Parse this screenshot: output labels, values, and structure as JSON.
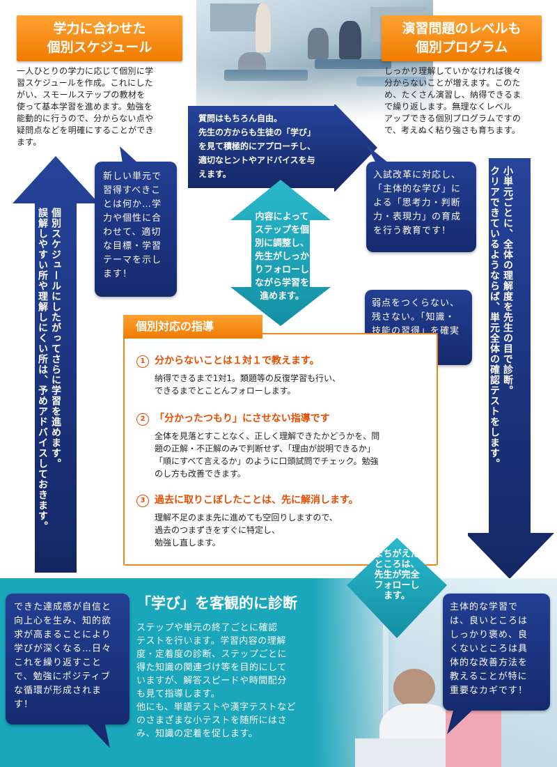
{
  "top_left": {
    "title_line1": "学力に合わせた",
    "title_line2": "個別スケジュール",
    "text": "一人ひとりの学力に応じて個別に学\n習スケジュールを作成。これにした\nがい、スモールステップの教材を\n使って基本学習を進めます。勉強を\n能動的に行うので、分からない点や\n疑問点などを明確にすることができ\nます。"
  },
  "top_right": {
    "title_line1": "演習問題のレベルも",
    "title_line2": "個別プログラム",
    "text": "しっかり理解していかなければ後々\n分からないことが増えます。このた\nめ、たくさん演習し、納得できるま\nで繰り返します。無理なくレベル\nアップできる個別プログラムですの\nで、考えぬく粘り強さも育ちます。"
  },
  "arrow_top_text": "質問はもちろん自由。\n先生の方からも生徒の「学び」\nを見て積極的にアプローチし、\n適切なヒントやアドバイスを与\nえます。",
  "left_vertical_text": "個別スケジュールにしたがってさらに学習を進めます。\n誤解しやすい所や理解しにくい所は、予めアドバイスしておきます。",
  "right_vertical_text": "小単元ごとに、全体の理解度を先生の目で診断。\nクリアできているようならば、単元全体の確認テストをします。",
  "bubble_left": "新しい単元で\n習得すべきこ\nとは何か…学\n力や個性に合\nわせて、適切\nな目標・学習\nテーマを示し\nます！",
  "diamond_text": "内容によって\nステップを個\n別に調整し、\n先生がしっか\nりフォローし\nながら学習を\n進めます。",
  "bubble_right_top": "入試改革に対応し、\n「主体的な学び」に\nよる「思考力・判断\n力・表現力」の育成\nを行う教育です！",
  "bubble_right_mid": "弱点をつくらない、\n残さない。「知識・\n技能の習得」を確実\nに行います！",
  "panel": {
    "tab": "個別対応の指導",
    "items": [
      {
        "num": "1",
        "title": "分からないことは１対１で教えます。",
        "body": "納得できるまで1対1。類題等の反復学習も行い、\nできるまでとことんフォローします。"
      },
      {
        "num": "2",
        "title": "「分かったつもり」にさせない指導です",
        "body": "全体を見落とすことなく、正しく理解できたかどうかを、問\n題の正解・不正解のみで判断せず、「理由が説明できるか」\n「順にすべて言えるか」のように口頭試問でチェック。勉強\nのし方も改善できます。"
      },
      {
        "num": "3",
        "title": "過去に取りこぼしたことは、先に解消します。",
        "body": "理解不足のまま先に進めても空回りしますので、\n過去のつまずきをすぐに特定し、\n勉強し直します。"
      }
    ]
  },
  "diamond_small_text": "まちがえた\nところは、\n先生が完全\nフォローし\nます。",
  "bottom": {
    "title": "「学び」を客観的に診断",
    "text": "ステップや単元の終了ごとに確認\nテストを行います。学習内容の理解\n度・定着度の診断、ステップごとに\n得た知識の関連づけ等を目的にして\nいますが、解答スピードや時間配分\nも見て指導します。\n他にも、単語テストや漢字テストなど\nのさまざまな小テストを随所にはさ\nみ、知識の定着を促します。",
    "bubble_left": "できた達成感が自信と\n向上心を生み、知的欲\n求が高まることにより\n学びが深くなる…日々\nこれを繰り返すこと\nで、勉強にポジティブ\nな循環が形成されま\nす！",
    "bubble_right": "主体的な学習で\nは、良いところは\nしっかり褒め、良\nくないところは具\n体的な改善方法を\n教えることが特に\n重要なカギです！"
  },
  "colors": {
    "orange": "#f07b00",
    "navy": "#1b3380",
    "teal": "#1aa6bb",
    "arrow_teal": "#17a2b8"
  }
}
